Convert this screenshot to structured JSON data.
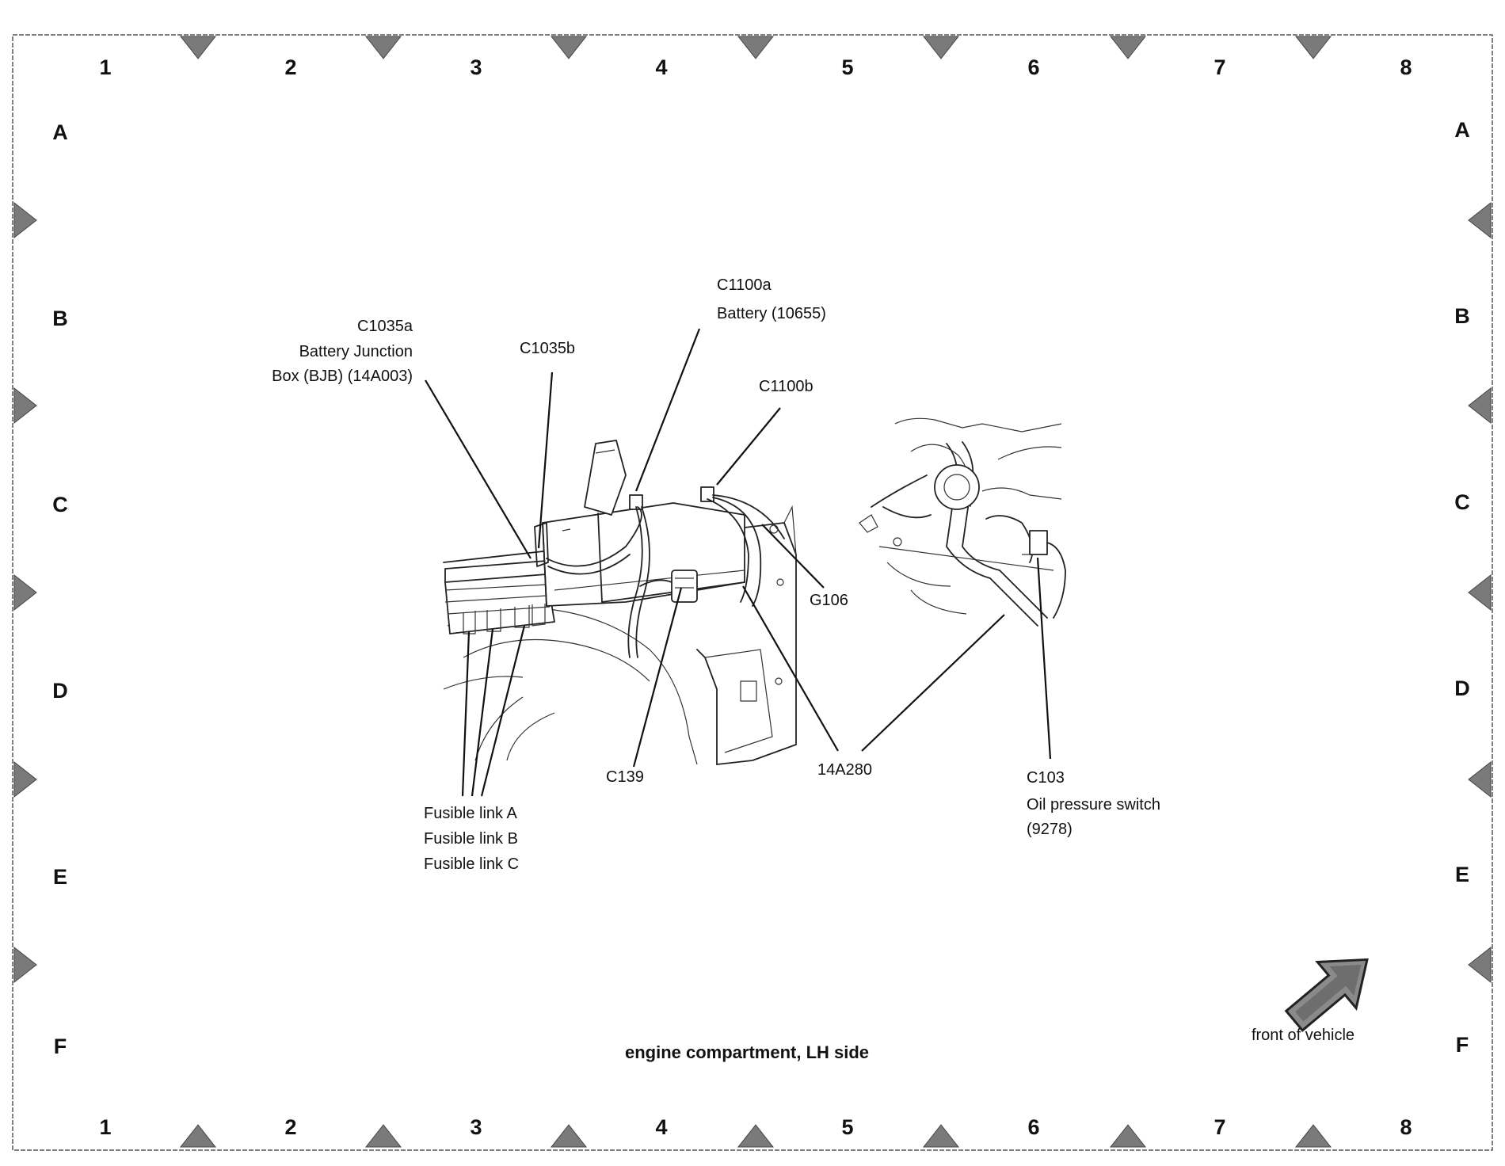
{
  "grid": {
    "columns": [
      "1",
      "2",
      "3",
      "4",
      "5",
      "6",
      "7",
      "8"
    ],
    "rows": [
      "A",
      "B",
      "C",
      "D",
      "E",
      "F"
    ]
  },
  "labels": {
    "c1035a_id": "C1035a",
    "c1035a_line1": "Battery Junction",
    "c1035a_line2": "Box (BJB) (14A003)",
    "c1035b": "C1035b",
    "c1100a_id": "C1100a",
    "c1100a_desc": "Battery (10655)",
    "c1100b": "C1100b",
    "g106": "G106",
    "c139": "C139",
    "harness": "14A280",
    "c103_id": "C103",
    "c103_line1": "Oil pressure switch",
    "c103_line2": "(9278)",
    "fusible_a": "Fusible link A",
    "fusible_b": "Fusible link B",
    "fusible_c": "Fusible link C"
  },
  "caption": "engine compartment, LH side",
  "orientation": {
    "label": "front of vehicle",
    "icon": "arrow-icon"
  }
}
